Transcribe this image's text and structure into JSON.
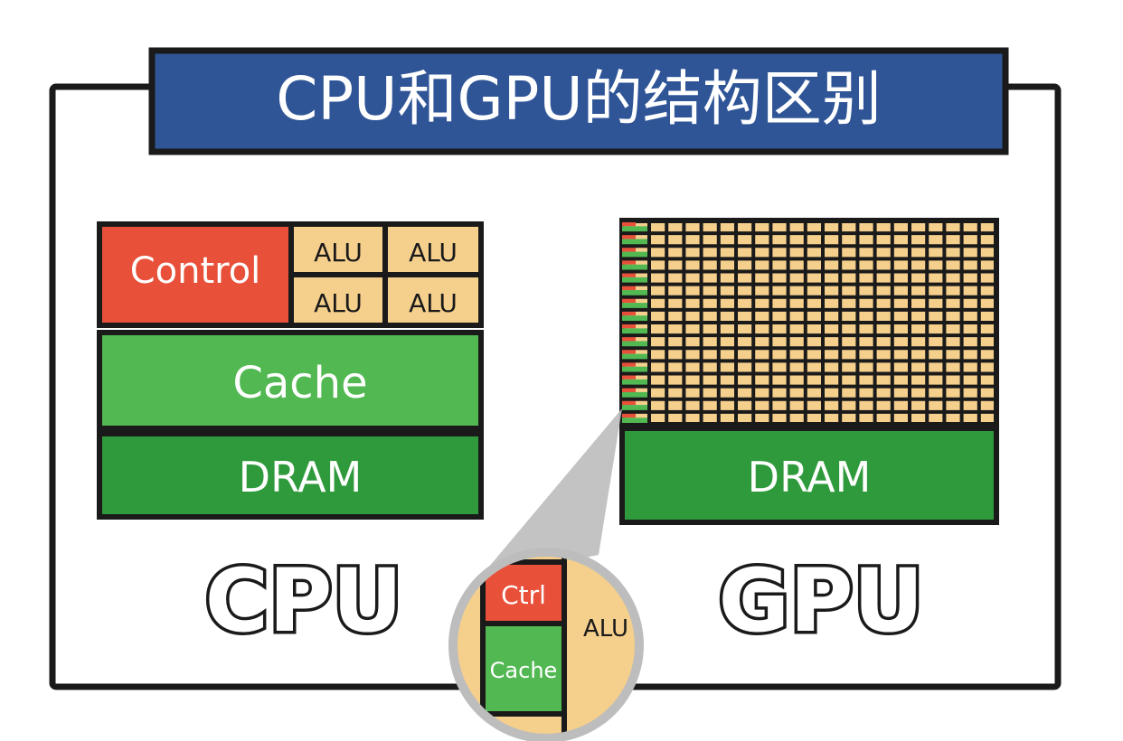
{
  "title": "CPU和GPU的结构区别",
  "cpu": {
    "control": "Control",
    "alu": [
      "ALU",
      "ALU",
      "ALU",
      "ALU"
    ],
    "cache": "Cache",
    "dram": "DRAM",
    "name": "CPU"
  },
  "gpu": {
    "dram": "DRAM",
    "name": "GPU",
    "grid": {
      "cols": 20,
      "rows": 16
    }
  },
  "zoom": {
    "ctrl": "Ctrl",
    "cache": "Cache",
    "alu": "ALU"
  },
  "colors": {
    "title_bar": "#2f5597",
    "control": "#e8503a",
    "alu": "#f5cf8c",
    "cache": "#52b852",
    "dram": "#2f9a3c",
    "outline": "#1a1a1a"
  }
}
